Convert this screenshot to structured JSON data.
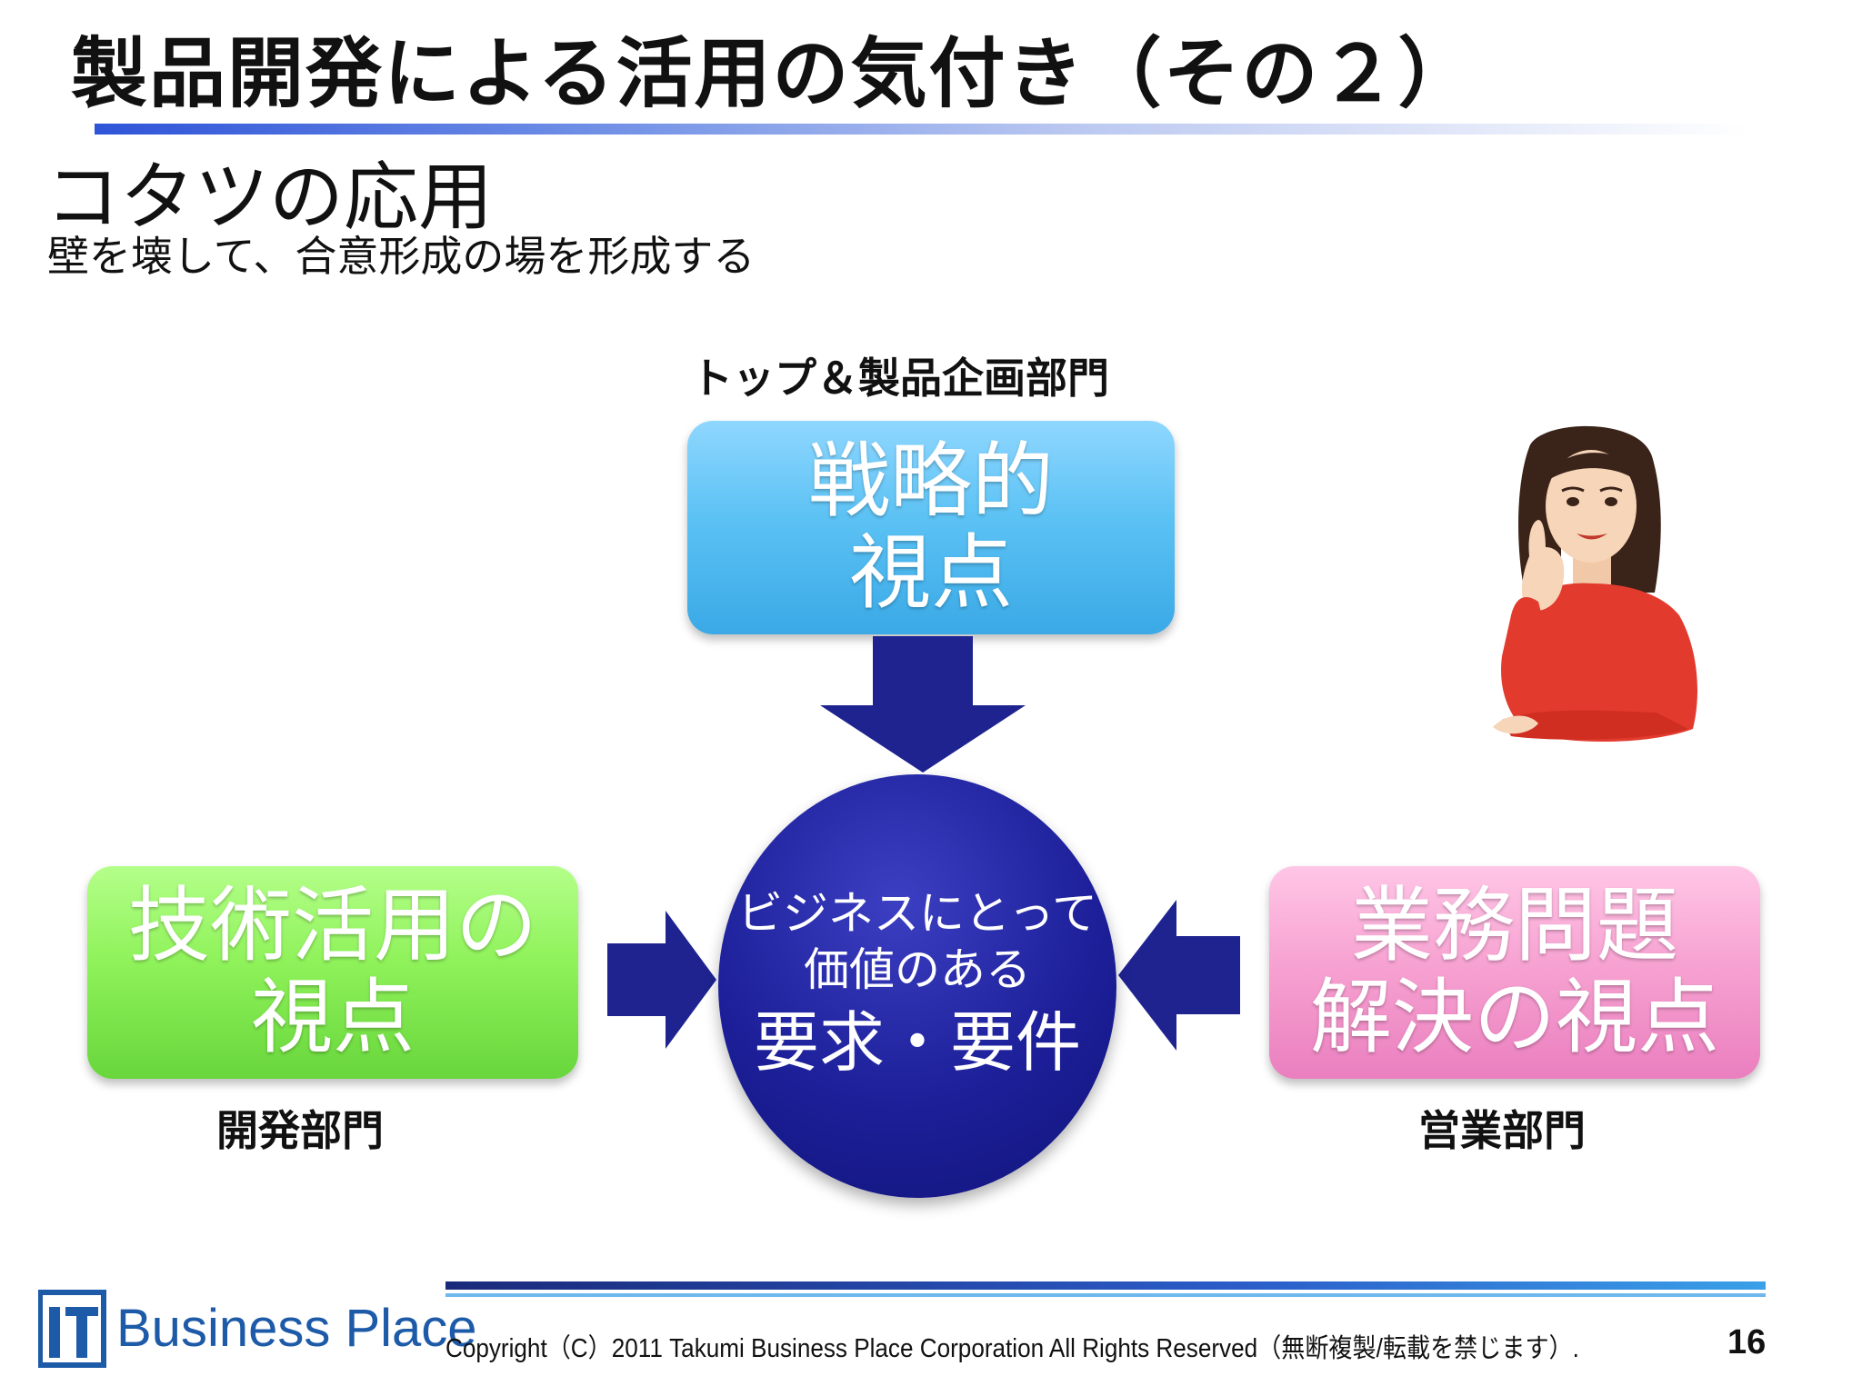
{
  "slide": {
    "title": "製品開発による活用の気付き（その２）",
    "heading": "コタツの応用",
    "subheading": "壁を壊して、合意形成の場を形成する"
  },
  "diagram": {
    "top": {
      "dept": "トップ＆製品企画部門",
      "line1": "戦略的",
      "line2": "視点",
      "color": "#5cc2f4"
    },
    "left": {
      "dept": "開発部門",
      "line1": "技術活用の",
      "line2": "視点",
      "color": "#8ff25a"
    },
    "right": {
      "dept": "営業部門",
      "line1": "業務問題",
      "line2": "解決の視点",
      "color": "#f7a3d2"
    },
    "center": {
      "line1": "ビジネスにとって",
      "line2": "価値のある",
      "line3": "要求・要件",
      "color": "#1c1f98"
    },
    "arrow_color": "#1e2390"
  },
  "footer": {
    "logo_mark": "IT",
    "logo_text": "Business Place",
    "copyright": "Copyright（C）2011 Takumi Business Place Corporation All Rights Reserved（無断複製/転載を禁じます）.",
    "page_number": "16"
  }
}
